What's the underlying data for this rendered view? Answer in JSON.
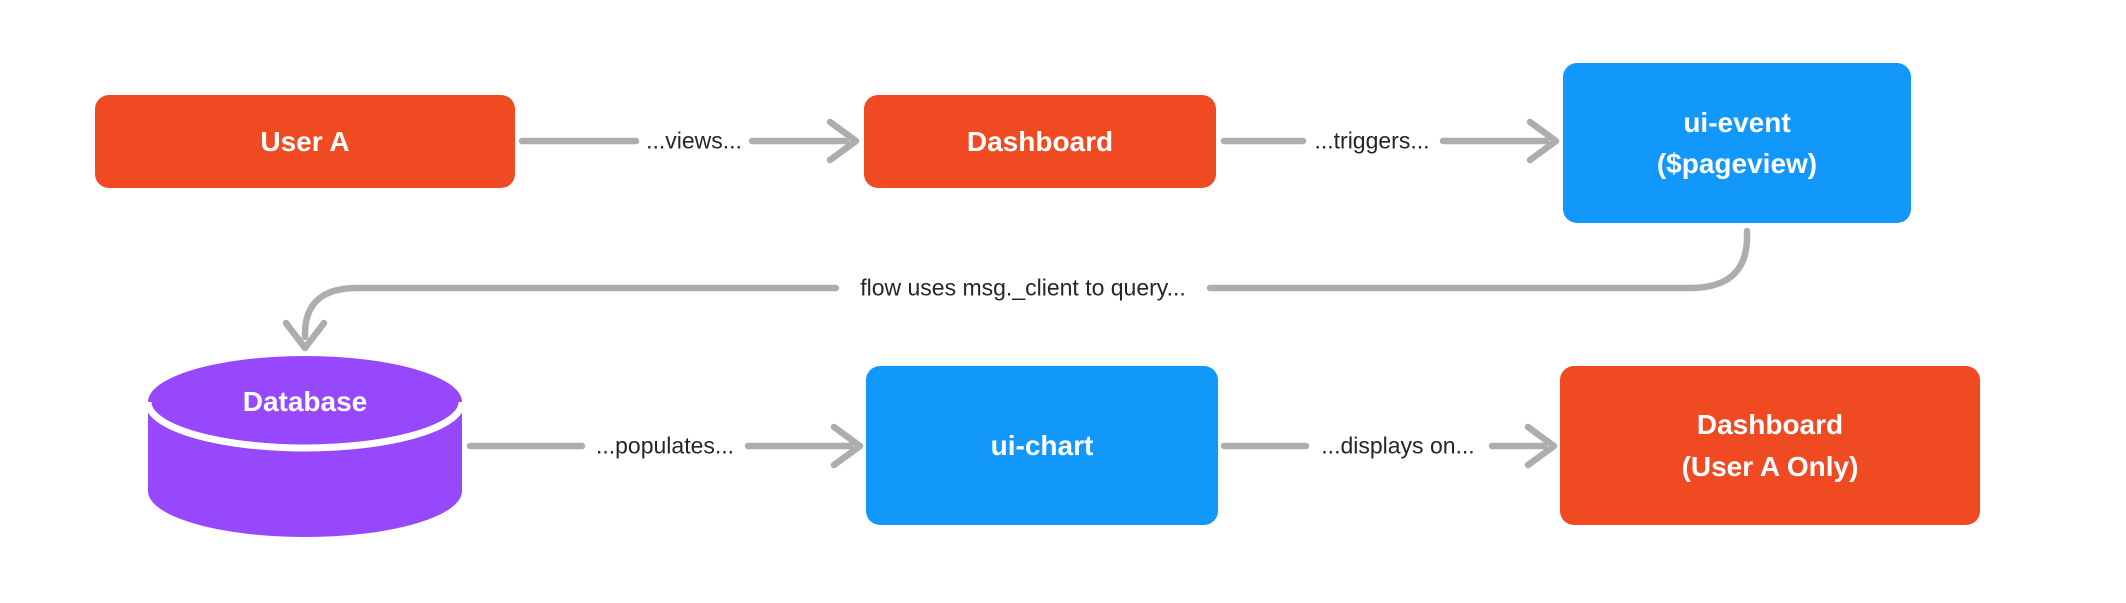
{
  "diagram": {
    "colors": {
      "node_orange": "#F04A23",
      "node_blue": "#1297FA",
      "database_purple": "#9747FC",
      "connector_gray": "#ADADAD",
      "edge_label_text": "#262626",
      "node_text": "#FFFFFF",
      "background": "#FFFFFF"
    },
    "nodes": {
      "user_a": {
        "label": "User A",
        "shape": "rect",
        "color": "#F04A23"
      },
      "dashboard": {
        "label": "Dashboard",
        "shape": "rect",
        "color": "#F04A23"
      },
      "ui_event": {
        "line1": "ui-event",
        "line2": "($pageview)",
        "shape": "rect",
        "color": "#1297FA"
      },
      "database": {
        "label": "Database",
        "shape": "cylinder",
        "color": "#9747FC"
      },
      "ui_chart": {
        "label": "ui-chart",
        "shape": "rect",
        "color": "#1297FA"
      },
      "dashboard_user_a": {
        "line1": "Dashboard",
        "line2": "(User A Only)",
        "shape": "rect",
        "color": "#F04A23"
      }
    },
    "edges": {
      "views": {
        "from": "User A",
        "to": "Dashboard",
        "label": "...views..."
      },
      "triggers": {
        "from": "Dashboard",
        "to": "ui-event ($pageview)",
        "label": "...triggers..."
      },
      "query": {
        "from": "ui-event ($pageview)",
        "to": "Database",
        "label": "flow uses msg._client to query..."
      },
      "populates": {
        "from": "Database",
        "to": "ui-chart",
        "label": "...populates..."
      },
      "displays": {
        "from": "ui-chart",
        "to": "Dashboard (User A Only)",
        "label": "...displays on..."
      }
    }
  }
}
